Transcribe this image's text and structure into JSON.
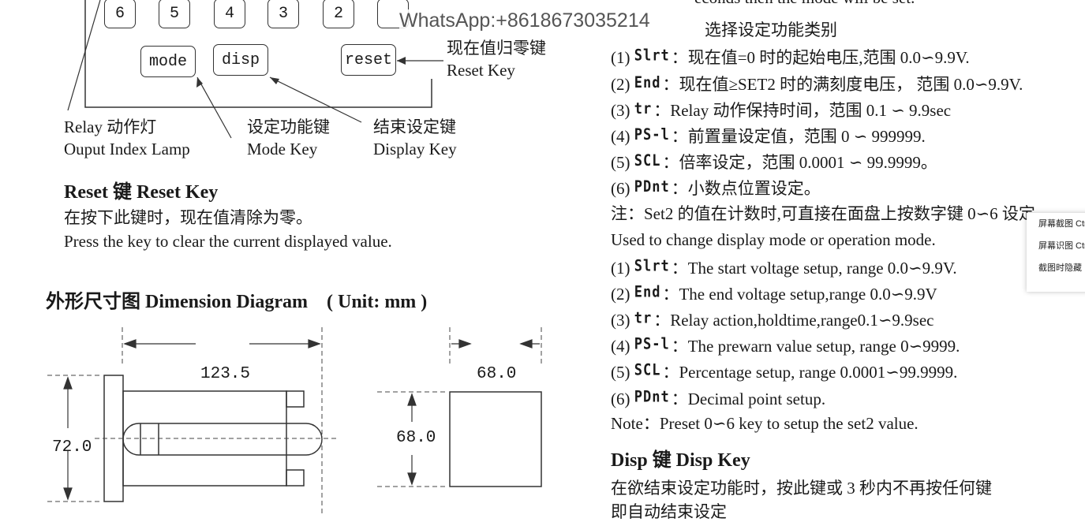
{
  "panel": {
    "digit_keys": [
      "6",
      "5",
      "4",
      "3",
      "2"
    ],
    "mode_key": "mode",
    "disp_key": "disp",
    "reset_key": "reset",
    "reset_cn": "现在值归零键",
    "reset_en": "Reset Key",
    "relay_cn": "Relay 动作灯",
    "relay_en": "Ouput Index Lamp",
    "mode_cn": "设定功能键",
    "mode_en": "Mode Key",
    "disp_cn": "结束设定键",
    "disp_en": "Display Key"
  },
  "watermark": "WhatsApp:+8618673035214",
  "top_fragment": "econds then the mode will be set.",
  "reset_section": {
    "heading": "Reset 键 Reset Key",
    "line_cn": "在按下此键时，现在值清除为零。",
    "line_en": "Press the key to clear the current displayed value."
  },
  "dimension": {
    "heading": "外形尺寸图 Dimension Diagram　( Unit: mm )",
    "length": "123.5",
    "height": "72.0",
    "front_w": "68.0",
    "front_h": "68.0"
  },
  "mode_section": {
    "title_cn": "选择设定功能类别",
    "items_cn": [
      {
        "num": "(1)",
        "code": "Slrt",
        "text": "：现在值=0 时的起始电压,范围 0.0∽9.9V."
      },
      {
        "num": "(2)",
        "code": "End",
        "text": "：现在值≥SET2 时的满刻度电压， 范围 0.0∽9.9V."
      },
      {
        "num": "(3)",
        "code": "tr",
        "text": "：Relay 动作保持时间，范围 0.1 ∽ 9.9sec"
      },
      {
        "num": "(4)",
        "code": "PS-l",
        "text": "：前置量设定值，范围 0 ∽ 999999."
      },
      {
        "num": "(5)",
        "code": "SCL",
        "text": "：倍率设定，范围 0.0001 ∽ 99.9999。"
      },
      {
        "num": "(6)",
        "code": "PDnt",
        "text": "：小数点位置设定。"
      }
    ],
    "note_cn": "注：Set2 的值在计数时,可直接在面盘上按数字键 0∽6 设定",
    "used_en": "Used to change display mode or operation mode.",
    "items_en": [
      {
        "num": "(1)",
        "code": "Slrt",
        "text": "：The start voltage setup, range  0.0∽9.9V."
      },
      {
        "num": "(2)",
        "code": "End",
        "text": "：The end voltage setup,range  0.0∽9.9V"
      },
      {
        "num": "(3)",
        "code": "tr",
        "text": "：Relay action,holdtime,range0.1∽9.9sec"
      },
      {
        "num": "(4)",
        "code": "PS-l",
        "text": "：The prewarn value setup, range 0∽9999."
      },
      {
        "num": "(5)",
        "code": "SCL",
        "text": "：Percentage setup, range 0.0001∽99.9999."
      },
      {
        "num": "(6)",
        "code": "PDnt",
        "text": "：Decimal point setup."
      }
    ],
    "note_en": "Note：Preset  0∽6 key to setup the set2 value."
  },
  "disp_section": {
    "heading": "Disp 键 Disp Key",
    "line_cn": "在欲结束设定功能时，按此键或 3 秒内不再按任何键",
    "line_cn2": "即自动结束设定"
  },
  "context_menu": [
    "屏幕截图 Ctrl",
    "屏幕识图 Ctrl",
    "截图时隐藏"
  ]
}
